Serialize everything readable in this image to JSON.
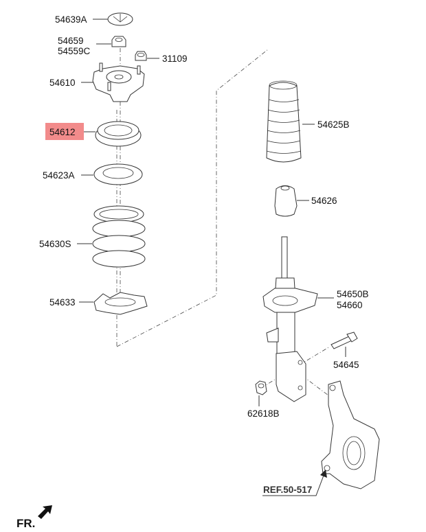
{
  "diagram": {
    "highlight_color": "#f28b8b",
    "parts": {
      "p54639A": "54639A",
      "p54659": "54659",
      "p54559C": "54559C",
      "p31109": "31109",
      "p54610": "54610",
      "p54612": "54612",
      "p54625B": "54625B",
      "p54623A": "54623A",
      "p54626": "54626",
      "p54630S": "54630S",
      "p54650B": "54650B",
      "p54660": "54660",
      "p54633": "54633",
      "p54645": "54645",
      "p62618B": "62618B"
    },
    "reference": "REF.50-517",
    "front_indicator": "FR."
  }
}
